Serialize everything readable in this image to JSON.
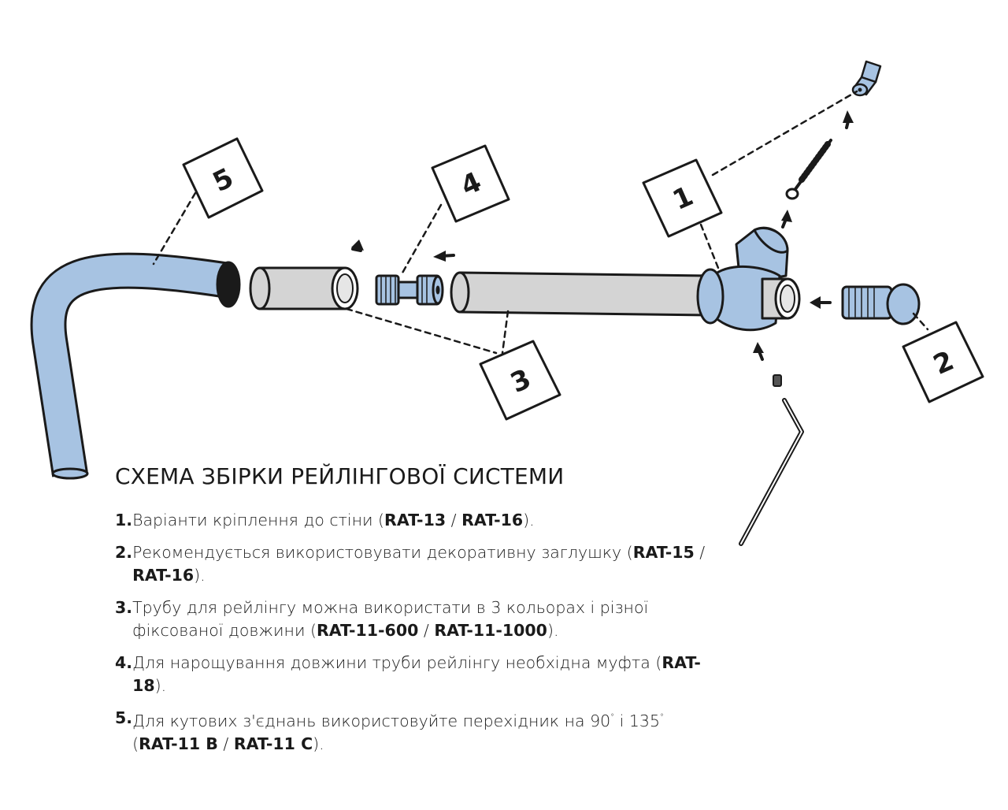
{
  "diagram": {
    "callouts": [
      {
        "id": "1",
        "label": "1"
      },
      {
        "id": "2",
        "label": "2"
      },
      {
        "id": "3",
        "label": "3"
      },
      {
        "id": "4",
        "label": "4"
      },
      {
        "id": "5",
        "label": "5"
      }
    ],
    "colors": {
      "part_blue": "#a7c3e2",
      "tube_gray": "#d4d4d4",
      "outline": "#1a1a1a"
    }
  },
  "title": "СХЕМА ЗБІРКИ РЕЙЛІНГОВОЇ СИСТЕМИ",
  "notes": [
    {
      "num": "1.",
      "parts": [
        "Варіанти кріплення до стіни (",
        "RAT-13",
        " / ",
        "RAT-16",
        ")."
      ]
    },
    {
      "num": "2.",
      "parts": [
        "Рекомендується використовувати декоративну заглушку (",
        "RAT-15",
        " / ",
        "RAT-16",
        ")."
      ]
    },
    {
      "num": "3.",
      "parts": [
        "Трубу для рейлінгу можна використати в 3 кольорах і різної фіксованої довжини (",
        "RAT-11-600",
        " / ",
        "RAT-11-1000",
        ")."
      ]
    },
    {
      "num": "4.",
      "parts": [
        "Для нарощування довжини труби рейлінгу необхідна муфта (",
        "RAT-18",
        ")."
      ]
    },
    {
      "num": "5.",
      "parts": [
        "Для кутових з'єднань використовуйте перехідник на 90",
        "°",
        " і 135",
        "°",
        " (",
        "RAT-11 B",
        " / ",
        "RAT-11 C",
        ")."
      ]
    }
  ]
}
